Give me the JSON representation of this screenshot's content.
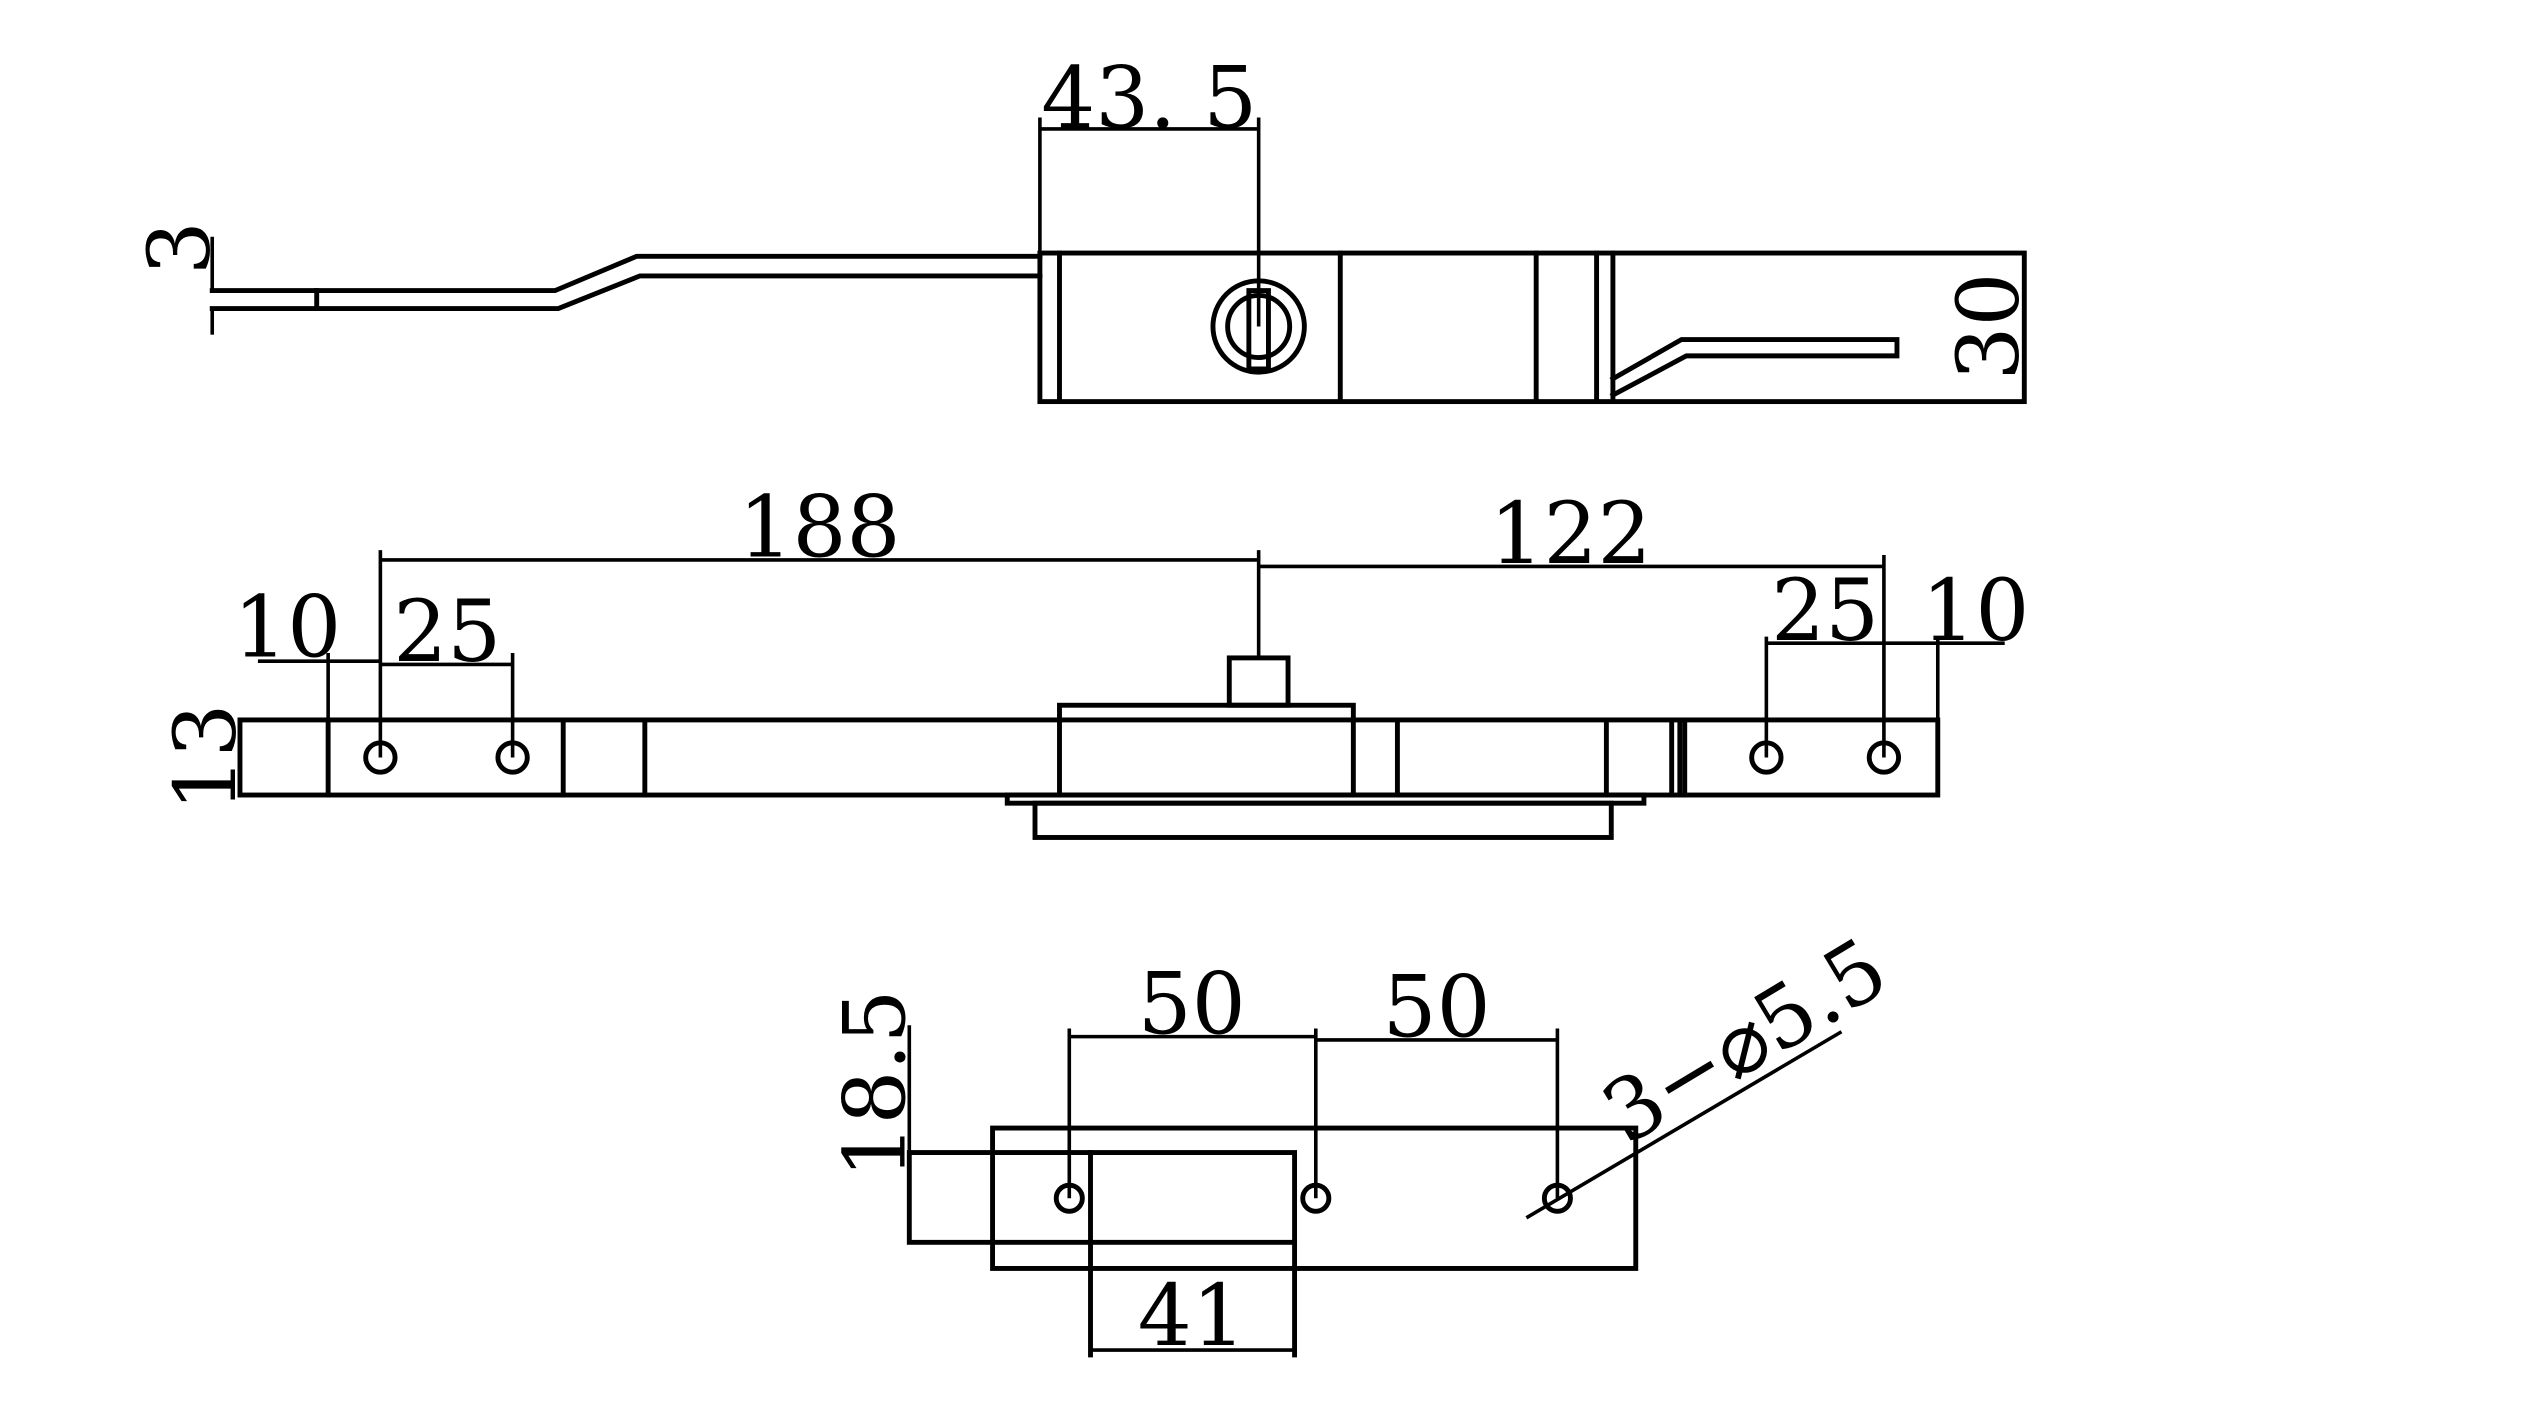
{
  "top_view": {
    "dims": {
      "width_43_5": "43. 5",
      "thick_3": "3",
      "height_30": "30"
    }
  },
  "side_view": {
    "dims": {
      "d188": "188",
      "d122": "122",
      "d10_left": "10",
      "d25_left": "25",
      "d13": "13",
      "d25_right": "25",
      "d10_right": "10"
    }
  },
  "bottom_view": {
    "dims": {
      "d50_left": "50",
      "d50_right": "50",
      "d18_5": "18.5",
      "d41": "41",
      "holes": "3−⌀5.5"
    }
  },
  "colors": {
    "line": "#000000",
    "background": "#ffffff"
  }
}
